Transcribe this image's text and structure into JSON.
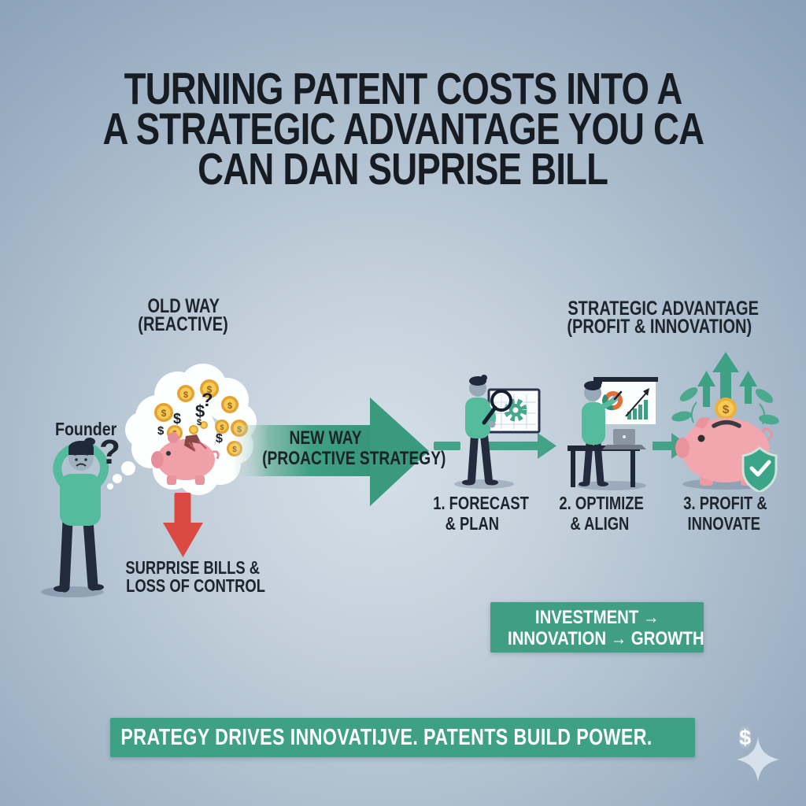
{
  "symbols": {
    "dollar": "$",
    "question": "?"
  },
  "title": {
    "line1": "TURNING PATENT COSTS INTO A",
    "line2": "A STRATEGIC ADVANTAGE YOU CA",
    "line3": "CAN DAN SUPRISE BILL"
  },
  "old_way": {
    "heading_line1": "OLD WAY",
    "heading_line2": "(REACTIVE)",
    "founder_label": "Founder",
    "outcome_line1": "SURPRISE BILLS &",
    "outcome_line2": "LOSS OF CONTROL"
  },
  "new_way": {
    "line1": "NEW WAY",
    "line2": "(PROACTIVE STRATEGY)"
  },
  "strategic": {
    "heading_line1": "STRATEGIC ADVANTAGE",
    "heading_line2": "(PROFIT & INNOVATION)",
    "steps": [
      {
        "line1": "1. FORECAST",
        "line2": "& PLAN"
      },
      {
        "line1": "2. OPTIMIZE",
        "line2": "& ALIGN"
      },
      {
        "line1": "3. PROFIT &",
        "line2": "INNOVATE"
      }
    ]
  },
  "investment_box": {
    "line1": "INVESTMENT →",
    "line2": "INNOVATION → GROWTH"
  },
  "banner": {
    "text": "PRATEGY DRIVES INNOVATIJVE. PATENTS BUILD POWER.",
    "coin_symbol": "$"
  },
  "colors": {
    "teal": "#3fa184",
    "red": "#db4a42",
    "pink": "#f2a7ae",
    "gold": "#e8b13b",
    "dark_text": "#1b2129",
    "background": "#a7b9ca"
  }
}
